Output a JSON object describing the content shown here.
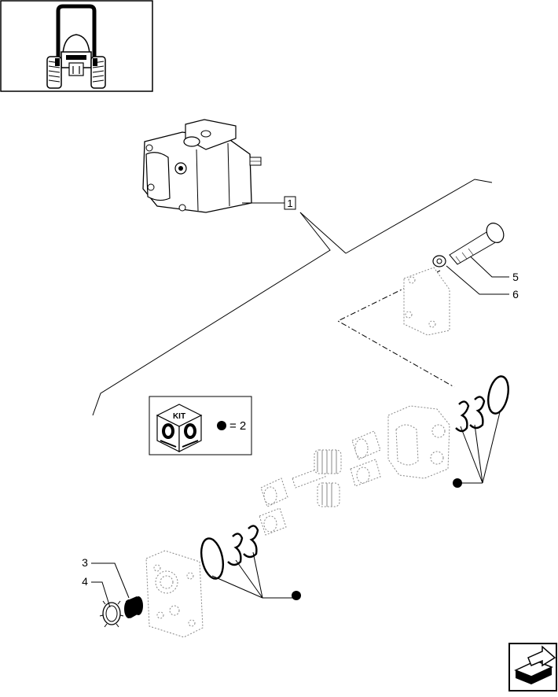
{
  "callouts": [
    {
      "id": "c1",
      "label": "1",
      "boxed": true
    },
    {
      "id": "c3",
      "label": "3"
    },
    {
      "id": "c4",
      "label": "4"
    },
    {
      "id": "c5",
      "label": "5"
    },
    {
      "id": "c6",
      "label": "6"
    }
  ],
  "kit": {
    "title": "KIT",
    "equation": "= 2"
  },
  "icons": {
    "thumbnail": "tractor-front-view-icon",
    "next_page": "next-page-arrow-icon",
    "kit": "kit-box-icon",
    "bullet": "kit-bullet-dot"
  }
}
